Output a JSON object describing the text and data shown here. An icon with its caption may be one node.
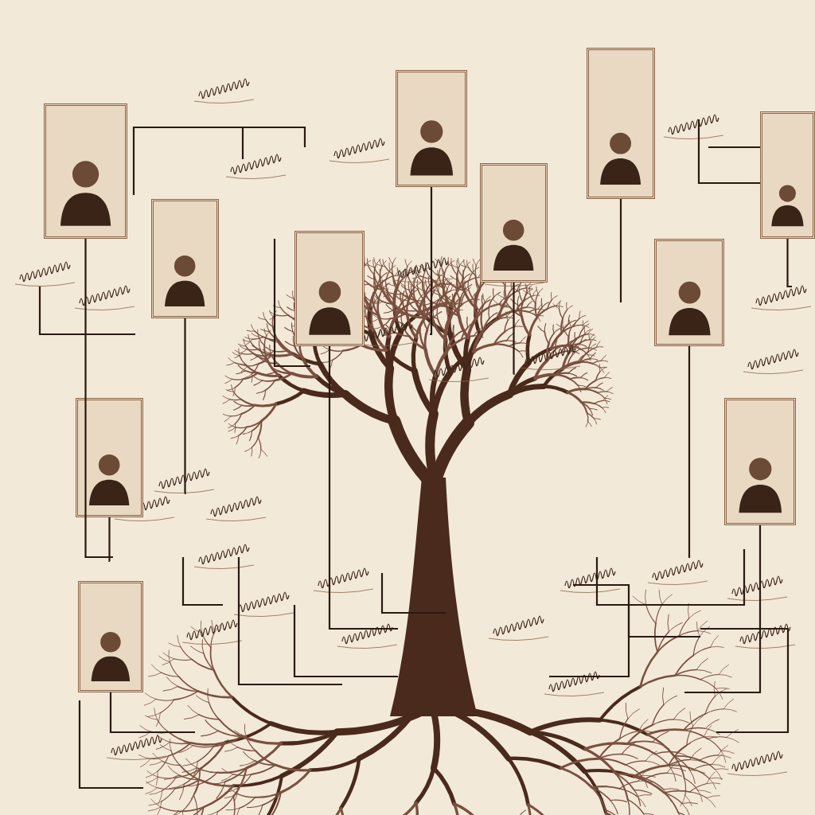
{
  "diagram": {
    "nodes": [
      {
        "text": [],
        "shape": "picture"
      },
      {
        "text": [],
        "shape": "picture"
      },
      {
        "text": [],
        "shape": "picture"
      },
      {
        "text": [],
        "shape": "picture"
      },
      {
        "text": [],
        "shape": "picture"
      },
      {
        "text": [],
        "shape": "picture"
      },
      {
        "text": [],
        "shape": "picture"
      },
      {
        "text": [],
        "shape": "picture"
      },
      {
        "text": [],
        "shape": "picture"
      },
      {
        "text": [],
        "shape": "picture"
      },
      {
        "text": [],
        "shape": "picture"
      }
    ],
    "edges": [
      {
        "from": 0,
        "to": null,
        "arrow": "none"
      },
      {
        "from": 1,
        "to": null,
        "arrow": "none"
      },
      {
        "from": 2,
        "to": null,
        "arrow": "none"
      },
      {
        "from": 3,
        "to": null,
        "arrow": "none"
      },
      {
        "from": 4,
        "to": null,
        "arrow": "none"
      },
      {
        "from": 5,
        "to": null,
        "arrow": "none"
      },
      {
        "from": 6,
        "to": null,
        "arrow": "none"
      },
      {
        "from": 7,
        "to": null,
        "arrow": "none"
      },
      {
        "from": 8,
        "to": null,
        "arrow": "none"
      },
      {
        "from": 9,
        "to": null,
        "arrow": "none"
      },
      {
        "from": 10,
        "to": null,
        "arrow": "none"
      }
    ]
  }
}
